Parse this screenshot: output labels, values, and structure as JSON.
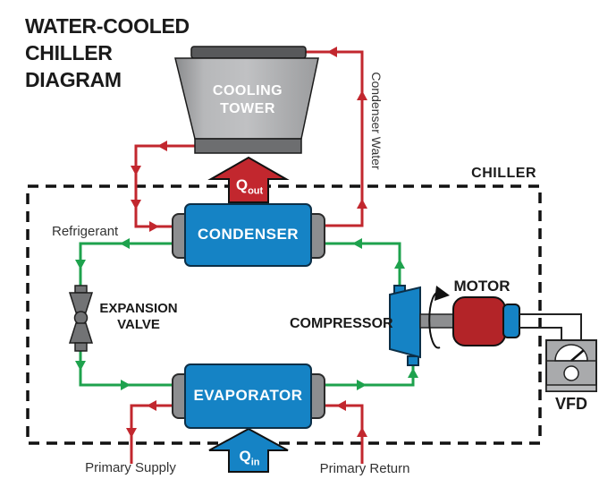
{
  "title": {
    "line1": "WATER-COOLED",
    "line2": "CHILLER",
    "line3": "DIAGRAM"
  },
  "chiller_box": {
    "label": "CHILLER"
  },
  "cooling_tower": {
    "label": "COOLING TOWER"
  },
  "condenser": {
    "label": "CONDENSER"
  },
  "evaporator": {
    "label": "EVAPORATOR"
  },
  "compressor": {
    "label": "COMPRESSOR"
  },
  "motor": {
    "label": "MOTOR"
  },
  "vfd": {
    "label": "VFD"
  },
  "expansion_valve": {
    "label": "EXPANSION VALVE"
  },
  "pipes": {
    "refrigerant_label": "Refrigerant",
    "condenser_water_label": "Condenser Water",
    "primary_supply_label": "Primary Supply",
    "primary_return_label": "Primary Return"
  },
  "heat_arrows": {
    "q_out": {
      "symbol": "Q",
      "subscript": "out"
    },
    "q_in": {
      "symbol": "Q",
      "subscript": "in"
    }
  },
  "colors": {
    "pipe_red": "#c2272e",
    "pipe_green": "#1ea24d",
    "component_blue": "#1583c5",
    "motor_red": "#b32428",
    "gray_cap": "#8d8e90",
    "vfd_gray": "#a9aaac",
    "outline": "#1a1a1a"
  }
}
